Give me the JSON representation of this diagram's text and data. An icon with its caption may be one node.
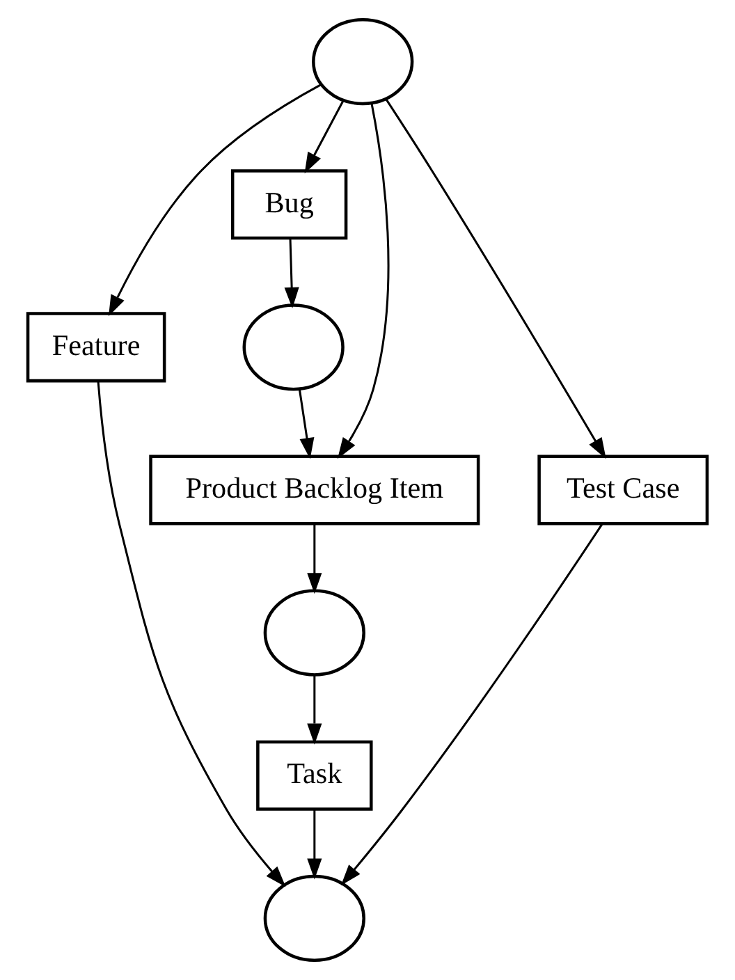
{
  "diagram": {
    "nodes": [
      {
        "text": [],
        "shape": "ellipse"
      },
      {
        "text": [
          "Bug"
        ]
      },
      {
        "text": [
          "Feature"
        ]
      },
      {
        "text": [],
        "shape": "ellipse"
      },
      {
        "text": [
          "Product Backlog Item"
        ]
      },
      {
        "text": [
          "Test Case"
        ]
      },
      {
        "text": [],
        "shape": "ellipse"
      },
      {
        "text": [
          "Task"
        ]
      },
      {
        "text": [],
        "shape": "ellipse"
      }
    ],
    "edges": [
      {
        "from": 0,
        "to": 2,
        "arrow": "to"
      },
      {
        "from": 0,
        "to": 1,
        "arrow": "to"
      },
      {
        "from": 0,
        "to": 4,
        "arrow": "to"
      },
      {
        "from": 0,
        "to": 5,
        "arrow": "to"
      },
      {
        "from": 1,
        "to": 3,
        "arrow": "to"
      },
      {
        "from": 3,
        "to": 4,
        "arrow": "to"
      },
      {
        "from": 4,
        "to": 6,
        "arrow": "to"
      },
      {
        "from": 6,
        "to": 7,
        "arrow": "to"
      },
      {
        "from": 7,
        "to": 8,
        "arrow": "to"
      },
      {
        "from": 2,
        "to": 8,
        "arrow": "to"
      },
      {
        "from": 5,
        "to": 8,
        "arrow": "to"
      }
    ]
  }
}
